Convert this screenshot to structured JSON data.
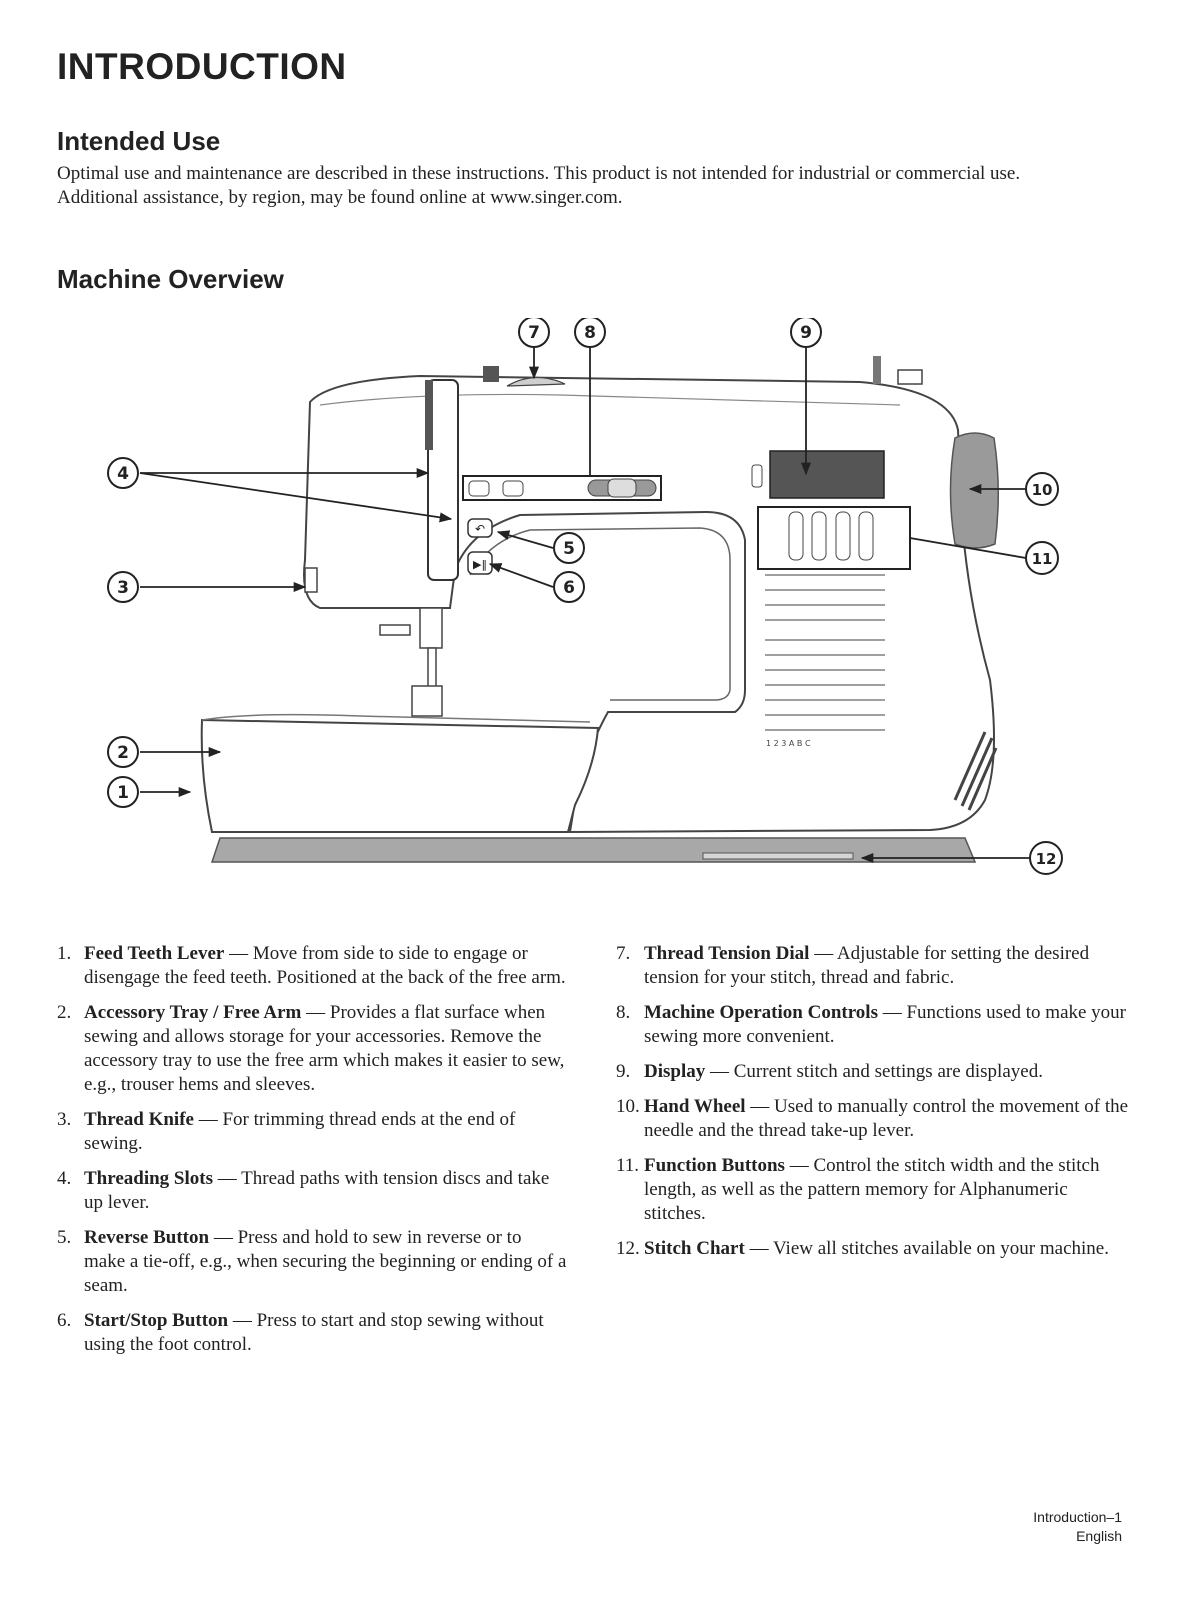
{
  "page": {
    "title": "INTRODUCTION"
  },
  "intended_use": {
    "heading": "Intended Use",
    "line1": "Optimal use and maintenance are described in these instructions. This product is not intended for industrial or commercial use.",
    "line2": "Additional assistance, by region, may be found online at www.singer.com."
  },
  "machine_overview": {
    "heading": "Machine Overview",
    "callouts": [
      "1",
      "2",
      "3",
      "4",
      "5",
      "6",
      "7",
      "8",
      "9",
      "10",
      "11",
      "12"
    ],
    "stitch_chart_row_labels": "1 2 3 A B C",
    "items": [
      {
        "num": "1.",
        "term": "Feed Teeth Lever",
        "desc": " — Move from side to side to engage or disengage the feed teeth. Positioned at the back of the free arm."
      },
      {
        "num": "2.",
        "term": "Accessory Tray / Free Arm",
        "desc": " — Provides a flat surface when sewing and allows storage for your accessories. Remove the accessory tray to use the free arm which makes it easier to sew, e.g., trouser hems and sleeves."
      },
      {
        "num": "3.",
        "term": "Thread Knife",
        "desc": " — For trimming thread ends at the end of sewing."
      },
      {
        "num": "4.",
        "term": "Threading Slots",
        "desc": " — Thread paths with tension discs and take up lever."
      },
      {
        "num": "5.",
        "term": "Reverse Button",
        "desc": " — Press and hold to sew in reverse or to make a tie-off, e.g., when securing the beginning or ending of a seam."
      },
      {
        "num": "6.",
        "term": "Start/Stop Button",
        "desc": " — Press to start and stop sewing without using the foot control."
      },
      {
        "num": "7.",
        "term": "Thread Tension Dial",
        "desc": " — Adjustable for setting the desired tension for your stitch, thread and fabric."
      },
      {
        "num": "8.",
        "term": "Machine Operation Controls",
        "desc": " — Functions used to make your sewing more convenient."
      },
      {
        "num": "9.",
        "term": "Display",
        "desc": " — Current stitch and settings are displayed."
      },
      {
        "num": "10.",
        "term": "Hand Wheel",
        "desc": " — Used to manually control the movement of the needle and the thread take-up lever."
      },
      {
        "num": "11.",
        "term": "Function Buttons",
        "desc": " — Control the stitch width and the stitch length, as well as the pattern memory for Alphanumeric stitches."
      },
      {
        "num": "12.",
        "term": "Stitch Chart",
        "desc": " —  View all stitches available on your machine."
      }
    ]
  },
  "footer": {
    "section": "Introduction–1",
    "language": "English"
  },
  "colors": {
    "text": "#222222",
    "machine_outline": "#444444",
    "base_gray": "#a8a8a8",
    "hand_wheel": "#9a9a9a",
    "display": "#555555"
  }
}
